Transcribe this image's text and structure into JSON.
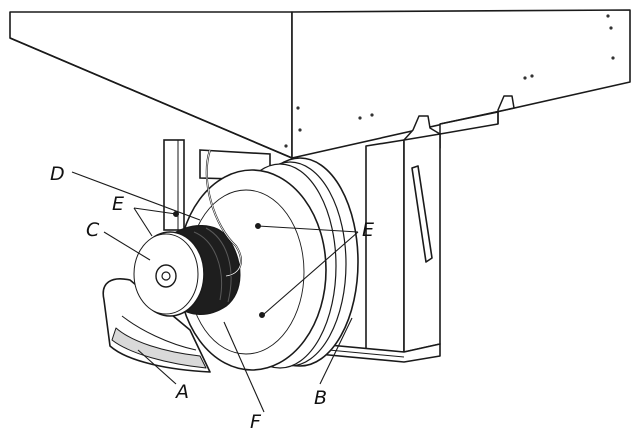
{
  "diagram": {
    "colors": {
      "line": "#1a1a1a",
      "fill": "#ffffff",
      "motor": "#1e1e1e",
      "shade": "#d9d9d9"
    },
    "callouts": [
      {
        "id": "a",
        "label": "A"
      },
      {
        "id": "b",
        "label": "B"
      },
      {
        "id": "c",
        "label": "C"
      },
      {
        "id": "d",
        "label": "D"
      },
      {
        "id": "e1",
        "label": "E"
      },
      {
        "id": "e2",
        "label": "E"
      },
      {
        "id": "f",
        "label": "F"
      }
    ]
  }
}
